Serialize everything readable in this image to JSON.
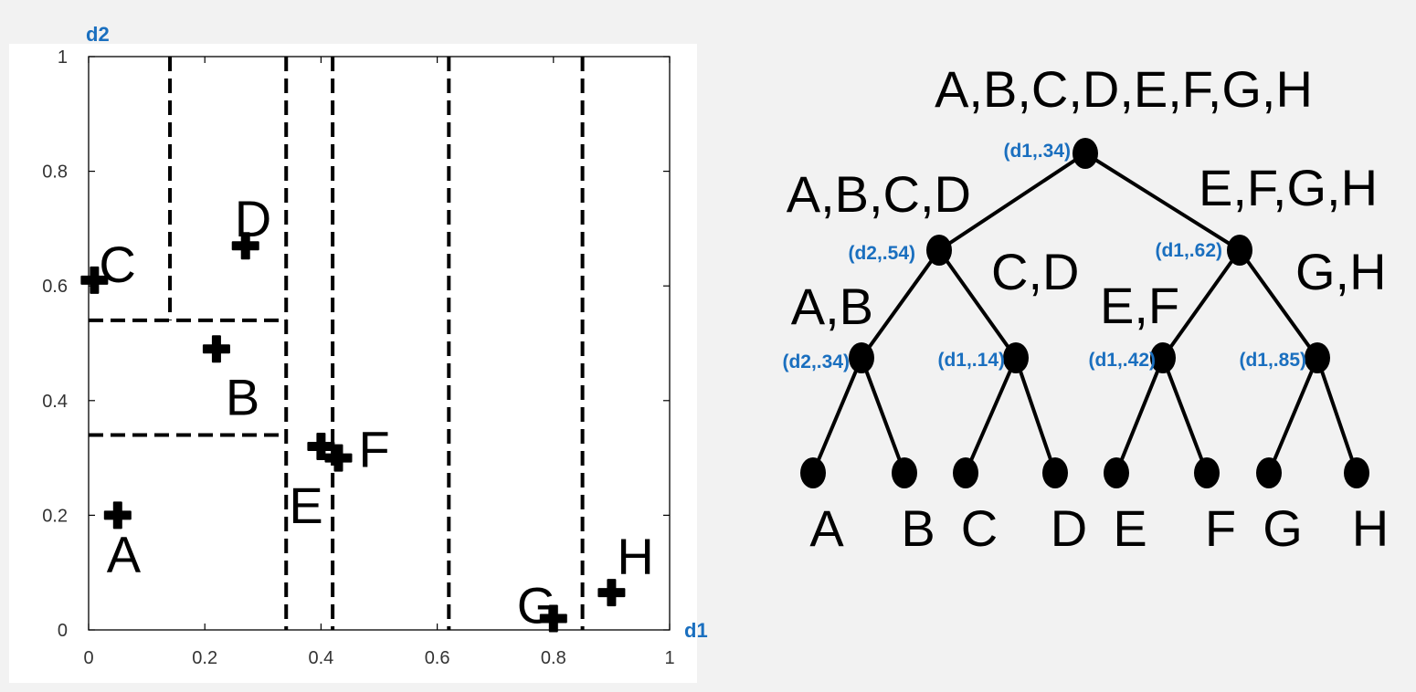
{
  "colors": {
    "accent": "#1a6fbf",
    "ink": "#000000",
    "panel": "#ffffff",
    "background": "#f2f2f2"
  },
  "plot": {
    "x_axis_label": "d1",
    "y_axis_label": "d2",
    "xlim": [
      0,
      1
    ],
    "ylim": [
      0,
      1
    ],
    "x_ticks": [
      {
        "value": 0,
        "label": "0"
      },
      {
        "value": 0.2,
        "label": "0.2"
      },
      {
        "value": 0.4,
        "label": "0.4"
      },
      {
        "value": 0.6,
        "label": "0.6"
      },
      {
        "value": 0.8,
        "label": "0.8"
      },
      {
        "value": 1,
        "label": "1"
      }
    ],
    "y_ticks": [
      {
        "value": 0,
        "label": "0"
      },
      {
        "value": 0.2,
        "label": "0.2"
      },
      {
        "value": 0.4,
        "label": "0.4"
      },
      {
        "value": 0.6,
        "label": "0.6"
      },
      {
        "value": 0.8,
        "label": "0.8"
      },
      {
        "value": 1,
        "label": "1"
      }
    ],
    "points": [
      {
        "label": "A",
        "x": 0.05,
        "y": 0.2
      },
      {
        "label": "B",
        "x": 0.22,
        "y": 0.49
      },
      {
        "label": "C",
        "x": 0.01,
        "y": 0.61
      },
      {
        "label": "D",
        "x": 0.27,
        "y": 0.67
      },
      {
        "label": "E",
        "x": 0.4,
        "y": 0.32
      },
      {
        "label": "F",
        "x": 0.43,
        "y": 0.3
      },
      {
        "label": "G",
        "x": 0.8,
        "y": 0.02
      },
      {
        "label": "H",
        "x": 0.9,
        "y": 0.065
      }
    ],
    "splits": [
      {
        "dim": "d1",
        "value": 0.34,
        "from": 0,
        "to": 1
      },
      {
        "dim": "d2",
        "value": 0.54,
        "from": 0,
        "to": 0.34
      },
      {
        "dim": "d2",
        "value": 0.34,
        "from": 0,
        "to": 0.34
      },
      {
        "dim": "d1",
        "value": 0.14,
        "from": 0.54,
        "to": 1
      },
      {
        "dim": "d1",
        "value": 0.42,
        "from": 0,
        "to": 1
      },
      {
        "dim": "d1",
        "value": 0.62,
        "from": 0,
        "to": 1
      },
      {
        "dim": "d1",
        "value": 0.85,
        "from": 0,
        "to": 1
      }
    ]
  },
  "tree": {
    "root": {
      "set": "A,B,C,D,E,F,G,H",
      "split": "(d1,.34)"
    },
    "level1": [
      {
        "set": "A,B,C,D",
        "split": "(d2,.54)"
      },
      {
        "set": "E,F,G,H",
        "split": "(d1,.62)"
      }
    ],
    "level2": [
      {
        "set": "A,B",
        "split": "(d2,.34)"
      },
      {
        "set": "C,D",
        "split": "(d1,.14)"
      },
      {
        "set": "E,F",
        "split": "(d1,.42)"
      },
      {
        "set": "G,H",
        "split": "(d1,.85)"
      }
    ],
    "leaves": [
      "A",
      "B",
      "C",
      "D",
      "E",
      "F",
      "G",
      "H"
    ]
  }
}
